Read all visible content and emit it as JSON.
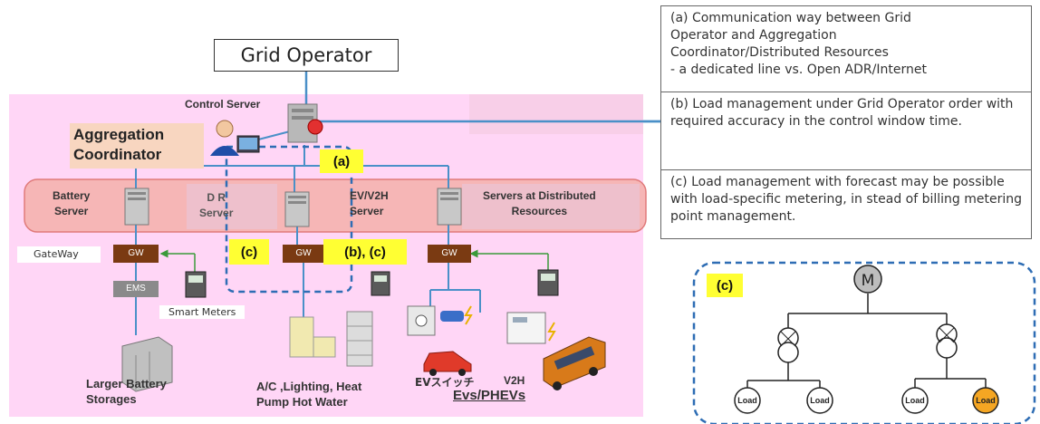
{
  "grid_operator": "Grid Operator",
  "control_server": "Control Server",
  "aggregation_coordinator": "Aggregation\nCoordinator",
  "servers": {
    "battery": "Battery\nServer",
    "dr": "D R\nServer",
    "ev_v2h": "EV/V2H\nServer",
    "distributed": "Servers at Distributed\nResources"
  },
  "highlights": {
    "a": "(a)",
    "c": "(c)",
    "bc": "(b), (c)",
    "c_inset": "(c)"
  },
  "gateway_label": "GateWay",
  "gw": "GW",
  "ems": "EMS",
  "smart_meters": "Smart Meters",
  "captions": {
    "battery": "Larger Battery\nStorages",
    "ac": "A/C ,Lighting, Heat\nPump Hot Water",
    "ev_switch": "EVスイッチ",
    "v2h": "V2H",
    "evs": "Evs/PHEVs"
  },
  "notes": {
    "a": "(a)  Communication way between Grid\n       Operator and Aggregation\n       Coordinator/Distributed Resources\n       - a dedicated line vs. Open ADR/Internet",
    "b": "(b) Load management under Grid Operator order with required accuracy in the control window time.",
    "c": "(c) Load management with forecast may be possible with load-specific metering, in stead of billing metering point management."
  },
  "inset": {
    "meter": "M",
    "loads": [
      "Load",
      "Load",
      "Load",
      "Load"
    ]
  },
  "colors": {
    "pink_area": "#ffd6f6",
    "server_band": "#f6b6b6",
    "highlight": "#ffff33",
    "line_blue": "#4a90c8",
    "dashed_blue": "#2e6db4",
    "gw_brown": "#7a3a12",
    "load_highlight": "#f5a623"
  }
}
